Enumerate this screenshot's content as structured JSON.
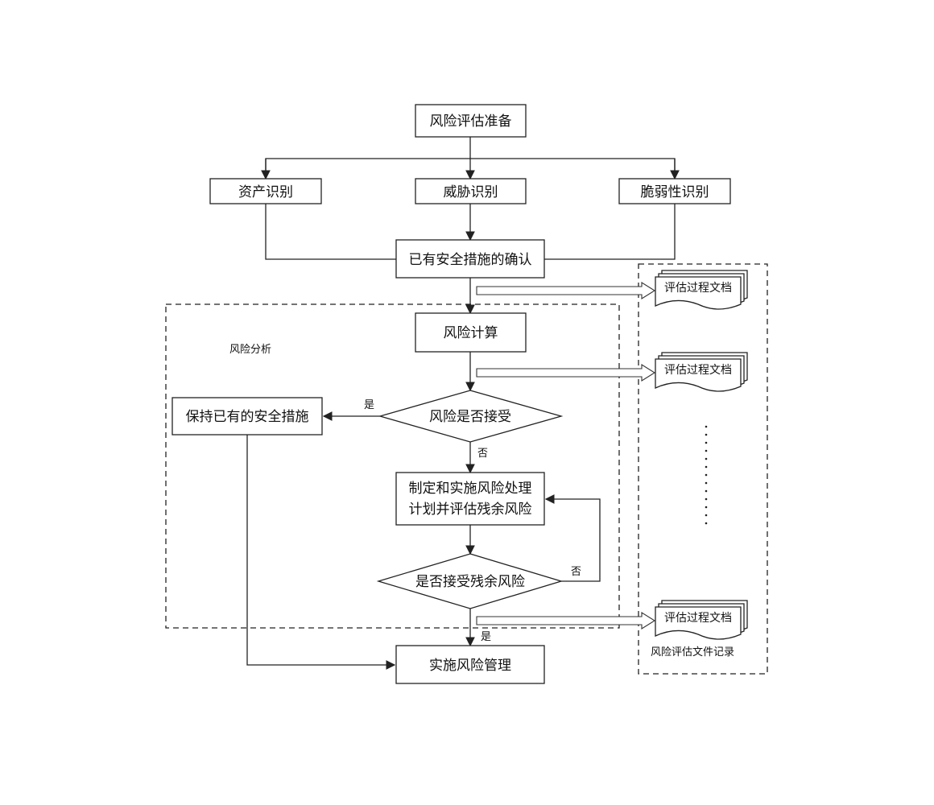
{
  "nodes": {
    "prepare": "风险评估准备",
    "asset": "资产识别",
    "threat": "威胁识别",
    "vuln": "脆弱性识别",
    "confirm": "已有安全措施的确认",
    "calc": "风险计算",
    "accept_q": "风险是否接受",
    "keep": "保持已有的安全措施",
    "plan_line1": "制定和实施风险处理",
    "plan_line2": "计划并评估残余风险",
    "residual_q": "是否接受残余风险",
    "manage": "实施风险管理"
  },
  "edge_labels": {
    "yes1": "是",
    "no1": "否",
    "no2": "否",
    "yes2": "是"
  },
  "regions": {
    "analysis": "风险分析",
    "records": "风险评估文件记录"
  },
  "documents": [
    "评估过程文档",
    "评估过程文档",
    "评估过程文档"
  ]
}
